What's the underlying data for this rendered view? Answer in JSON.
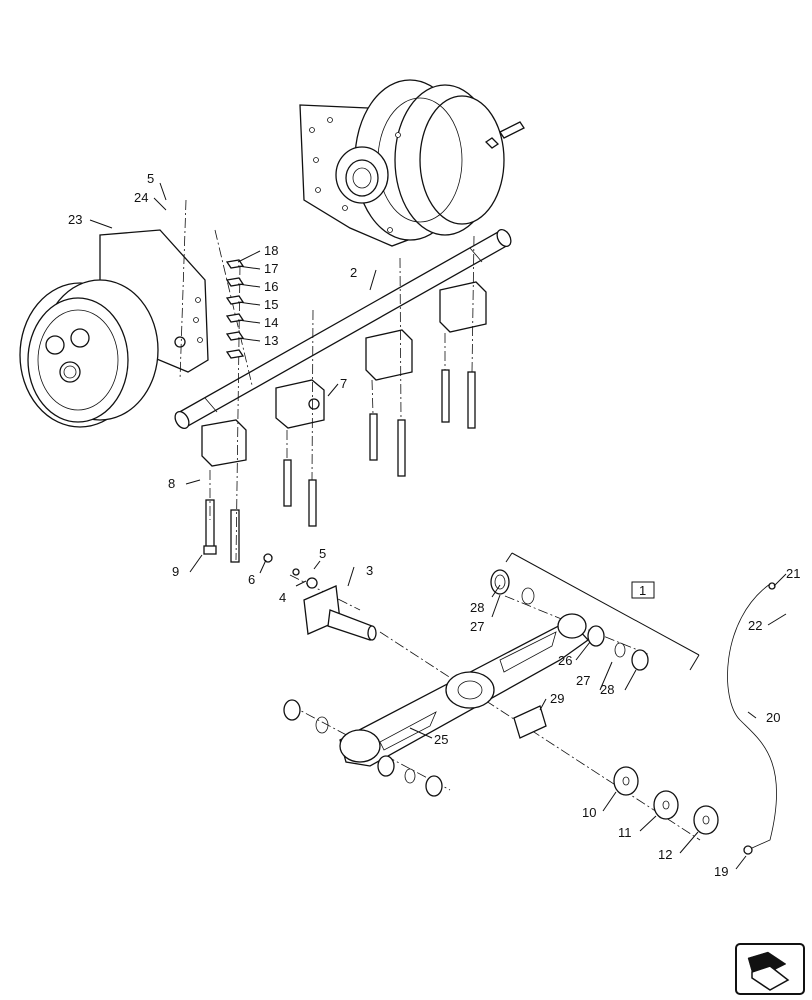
{
  "callouts": {
    "c1": "1",
    "c2": "2",
    "c3": "3",
    "c4": "4",
    "c5a": "5",
    "c5b": "5",
    "c6": "6",
    "c7": "7",
    "c8": "8",
    "c9": "9",
    "c10": "10",
    "c11": "11",
    "c12": "12",
    "c13": "13",
    "c14": "14",
    "c15": "15",
    "c16": "16",
    "c17": "17",
    "c18": "18",
    "c19": "19",
    "c20": "20",
    "c21": "21",
    "c22": "22",
    "c23": "23",
    "c24": "24",
    "c25": "25",
    "c26": "26",
    "c27a": "27",
    "c27b": "27",
    "c28a": "28",
    "c28b": "28",
    "c29": "29"
  },
  "navigation": {
    "icon": "next-page-arrow-icon"
  }
}
